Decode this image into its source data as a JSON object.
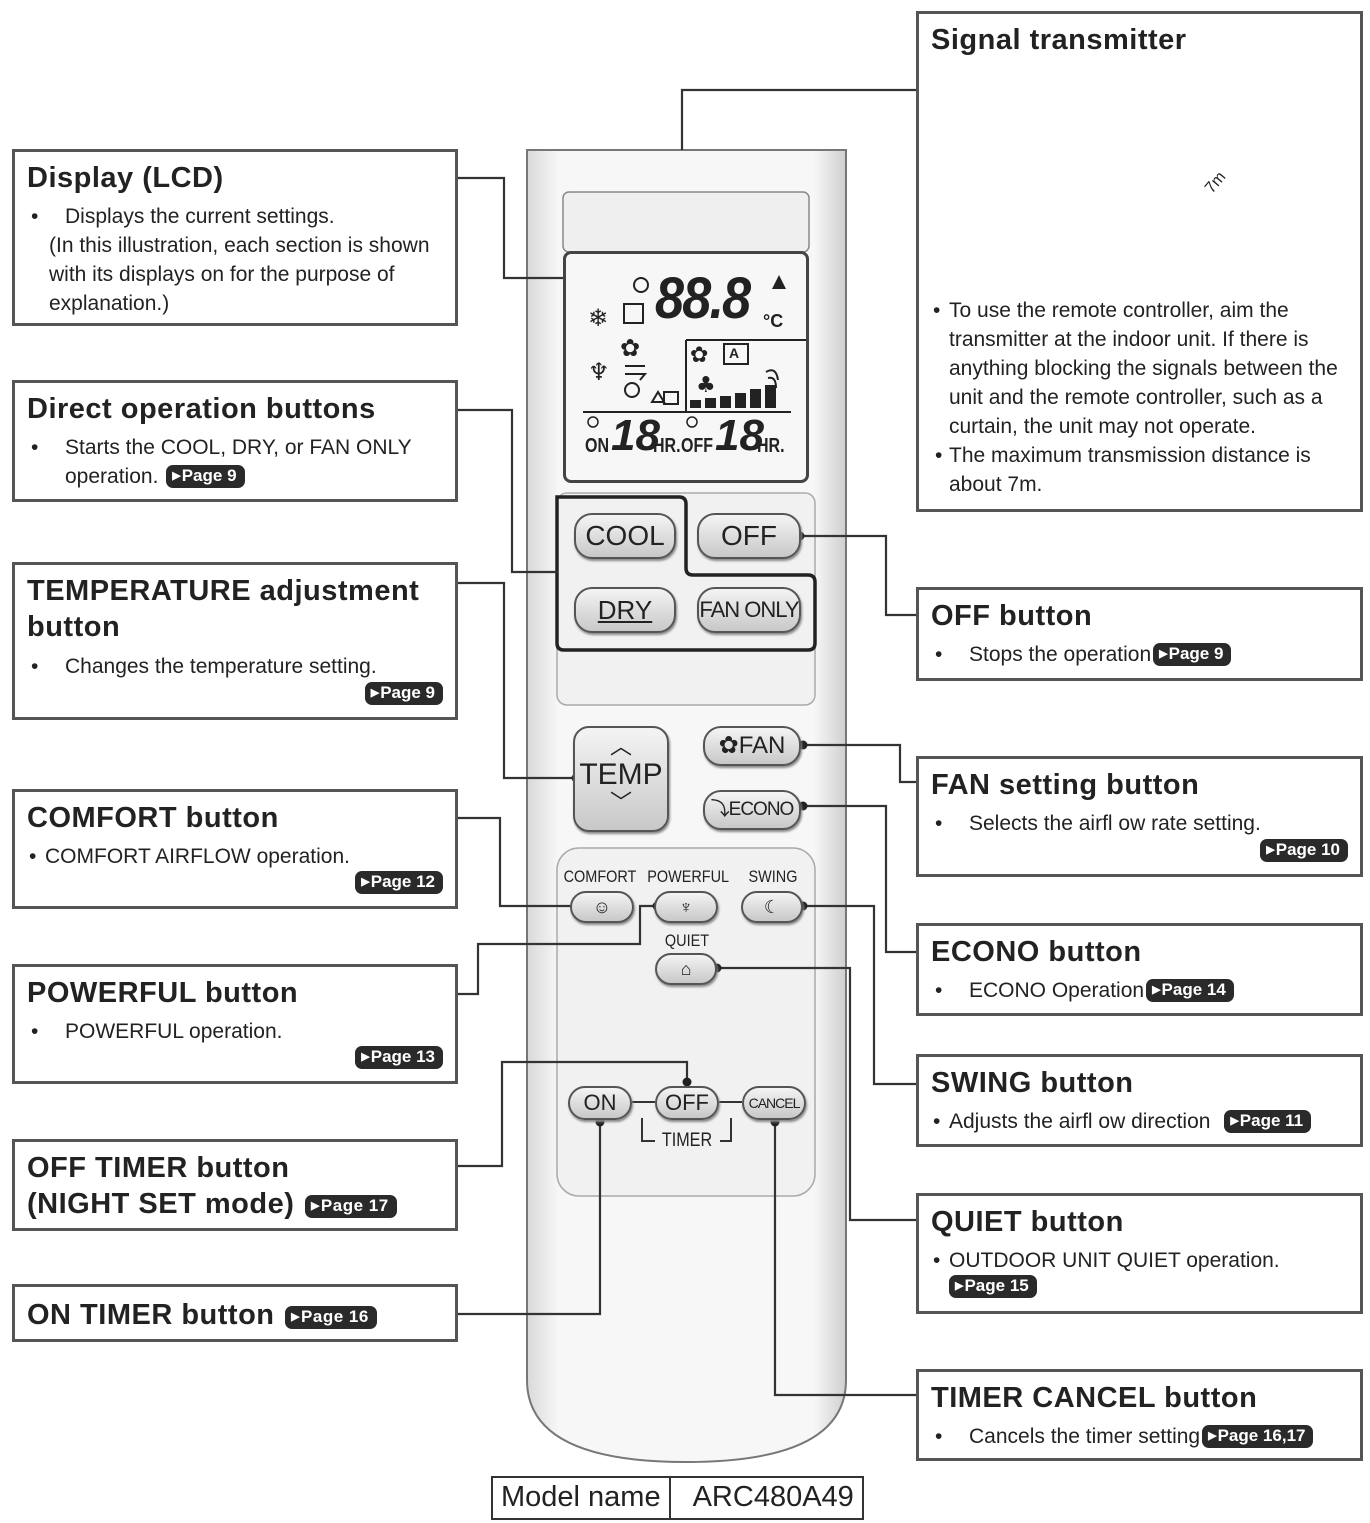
{
  "boxes": {
    "display": {
      "title": "Display (LCD)",
      "line1": "Displays the current settings.",
      "line2": "(In this illustration, each section is shown with its displays on for the purpose of explanation.)"
    },
    "direct": {
      "title": "Direct operation buttons",
      "line1": "Starts the COOL, DRY, or FAN ONLY operation.",
      "page": "Page 9"
    },
    "temp": {
      "title": "TEMPERATURE adjustment button",
      "line1": "Changes the temperature setting.",
      "page": "Page 9"
    },
    "comfort": {
      "title": "COMFORT button",
      "line1": "COMFORT AIRFLOW operation.",
      "page": "Page 12"
    },
    "powerful": {
      "title": "POWERFUL button",
      "line1": "POWERFUL operation.",
      "page": "Page 13"
    },
    "offtimer": {
      "title1": "OFF TIMER button",
      "title2": "(NIGHT SET mode)",
      "page": "Page 17"
    },
    "ontimer": {
      "title": "ON TIMER button",
      "page": "Page 16"
    },
    "signal": {
      "title": "Signal transmitter",
      "distance_label": "7m",
      "line1": "To use the remote controller, aim the transmitter at the indoor unit. If there is anything blocking the signals between the unit and the remote controller, such as a curtain, the unit may not operate.",
      "line2": "The maximum transmission distance is about 7m."
    },
    "off": {
      "title": "OFF button",
      "line1": "Stops the operation",
      "page": "Page 9"
    },
    "fan": {
      "title": "FAN setting button",
      "line1": "Selects the airfl ow rate setting.",
      "page": "Page 10"
    },
    "econo": {
      "title": "ECONO button",
      "line1": "ECONO Operation",
      "page": "Page 14"
    },
    "swing": {
      "title": "SWING button",
      "line1": "Adjusts the airfl ow direction",
      "page": "Page 11"
    },
    "quiet": {
      "title": "QUIET button",
      "line1": "OUTDOOR UNIT QUIET operation.",
      "page": "Page 15"
    },
    "cancel": {
      "title": "TIMER CANCEL button",
      "line1": "Cancels the timer setting",
      "page": "Page 16,17"
    }
  },
  "remote": {
    "lcd": {
      "temp": "88.8",
      "unit": "°C",
      "on": "ON",
      "hr_on": "HR.",
      "off": "OFF",
      "hr_off": "HR.",
      "timer_digits": "18",
      "auto": "A"
    },
    "buttons": {
      "cool": "COOL",
      "off": "OFF",
      "dry": "DRY",
      "fan_only": "FAN ONLY",
      "temp": "TEMP",
      "fan": "FAN",
      "econo": "ECONO",
      "comfort": "COMFORT",
      "powerful": "POWERFUL",
      "swing": "SWING",
      "quiet": "QUIET",
      "timer_on": "ON",
      "timer_off": "OFF",
      "cancel": "CANCEL",
      "timer": "TIMER"
    }
  },
  "model": {
    "label": "Model name",
    "value": "ARC480A49"
  }
}
